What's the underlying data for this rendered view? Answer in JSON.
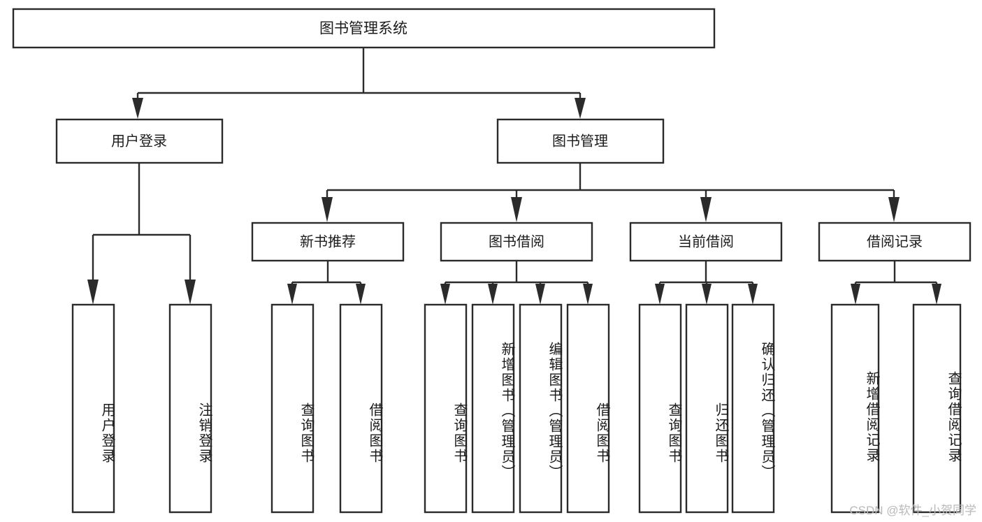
{
  "diagram": {
    "title": "图书管理系统",
    "type": "tree",
    "watermark": "CSDN @软件_小贺同学",
    "colors": {
      "background": "#ffffff",
      "box_fill": "#ffffff",
      "box_stroke": "#2b2b2b",
      "connector": "#2b2b2b",
      "text": "#1b1b1b",
      "watermark": "#b9b9b9"
    },
    "root": {
      "label": "图书管理系统"
    },
    "level1": [
      {
        "label": "用户登录"
      },
      {
        "label": "图书管理"
      }
    ],
    "level2": [
      {
        "label": "新书推荐"
      },
      {
        "label": "图书借阅"
      },
      {
        "label": "当前借阅"
      },
      {
        "label": "借阅记录"
      }
    ],
    "leaves": {
      "user_login": [
        {
          "label": "用户登录"
        },
        {
          "label": "注销登录"
        }
      ],
      "new_book_recommend": [
        {
          "label": "查询图书"
        },
        {
          "label": "借阅图书"
        }
      ],
      "book_borrow": [
        {
          "label": "查询图书"
        },
        {
          "label": "新增图书（管理员）"
        },
        {
          "label": "编辑图书（管理员）"
        },
        {
          "label": "借阅图书"
        }
      ],
      "current_borrow": [
        {
          "label": "查询图书"
        },
        {
          "label": "归还图书"
        },
        {
          "label": "确认归还（管理员）"
        }
      ],
      "borrow_record": [
        {
          "label": "新增借阅记录"
        },
        {
          "label": "查询借阅记录"
        }
      ]
    }
  }
}
